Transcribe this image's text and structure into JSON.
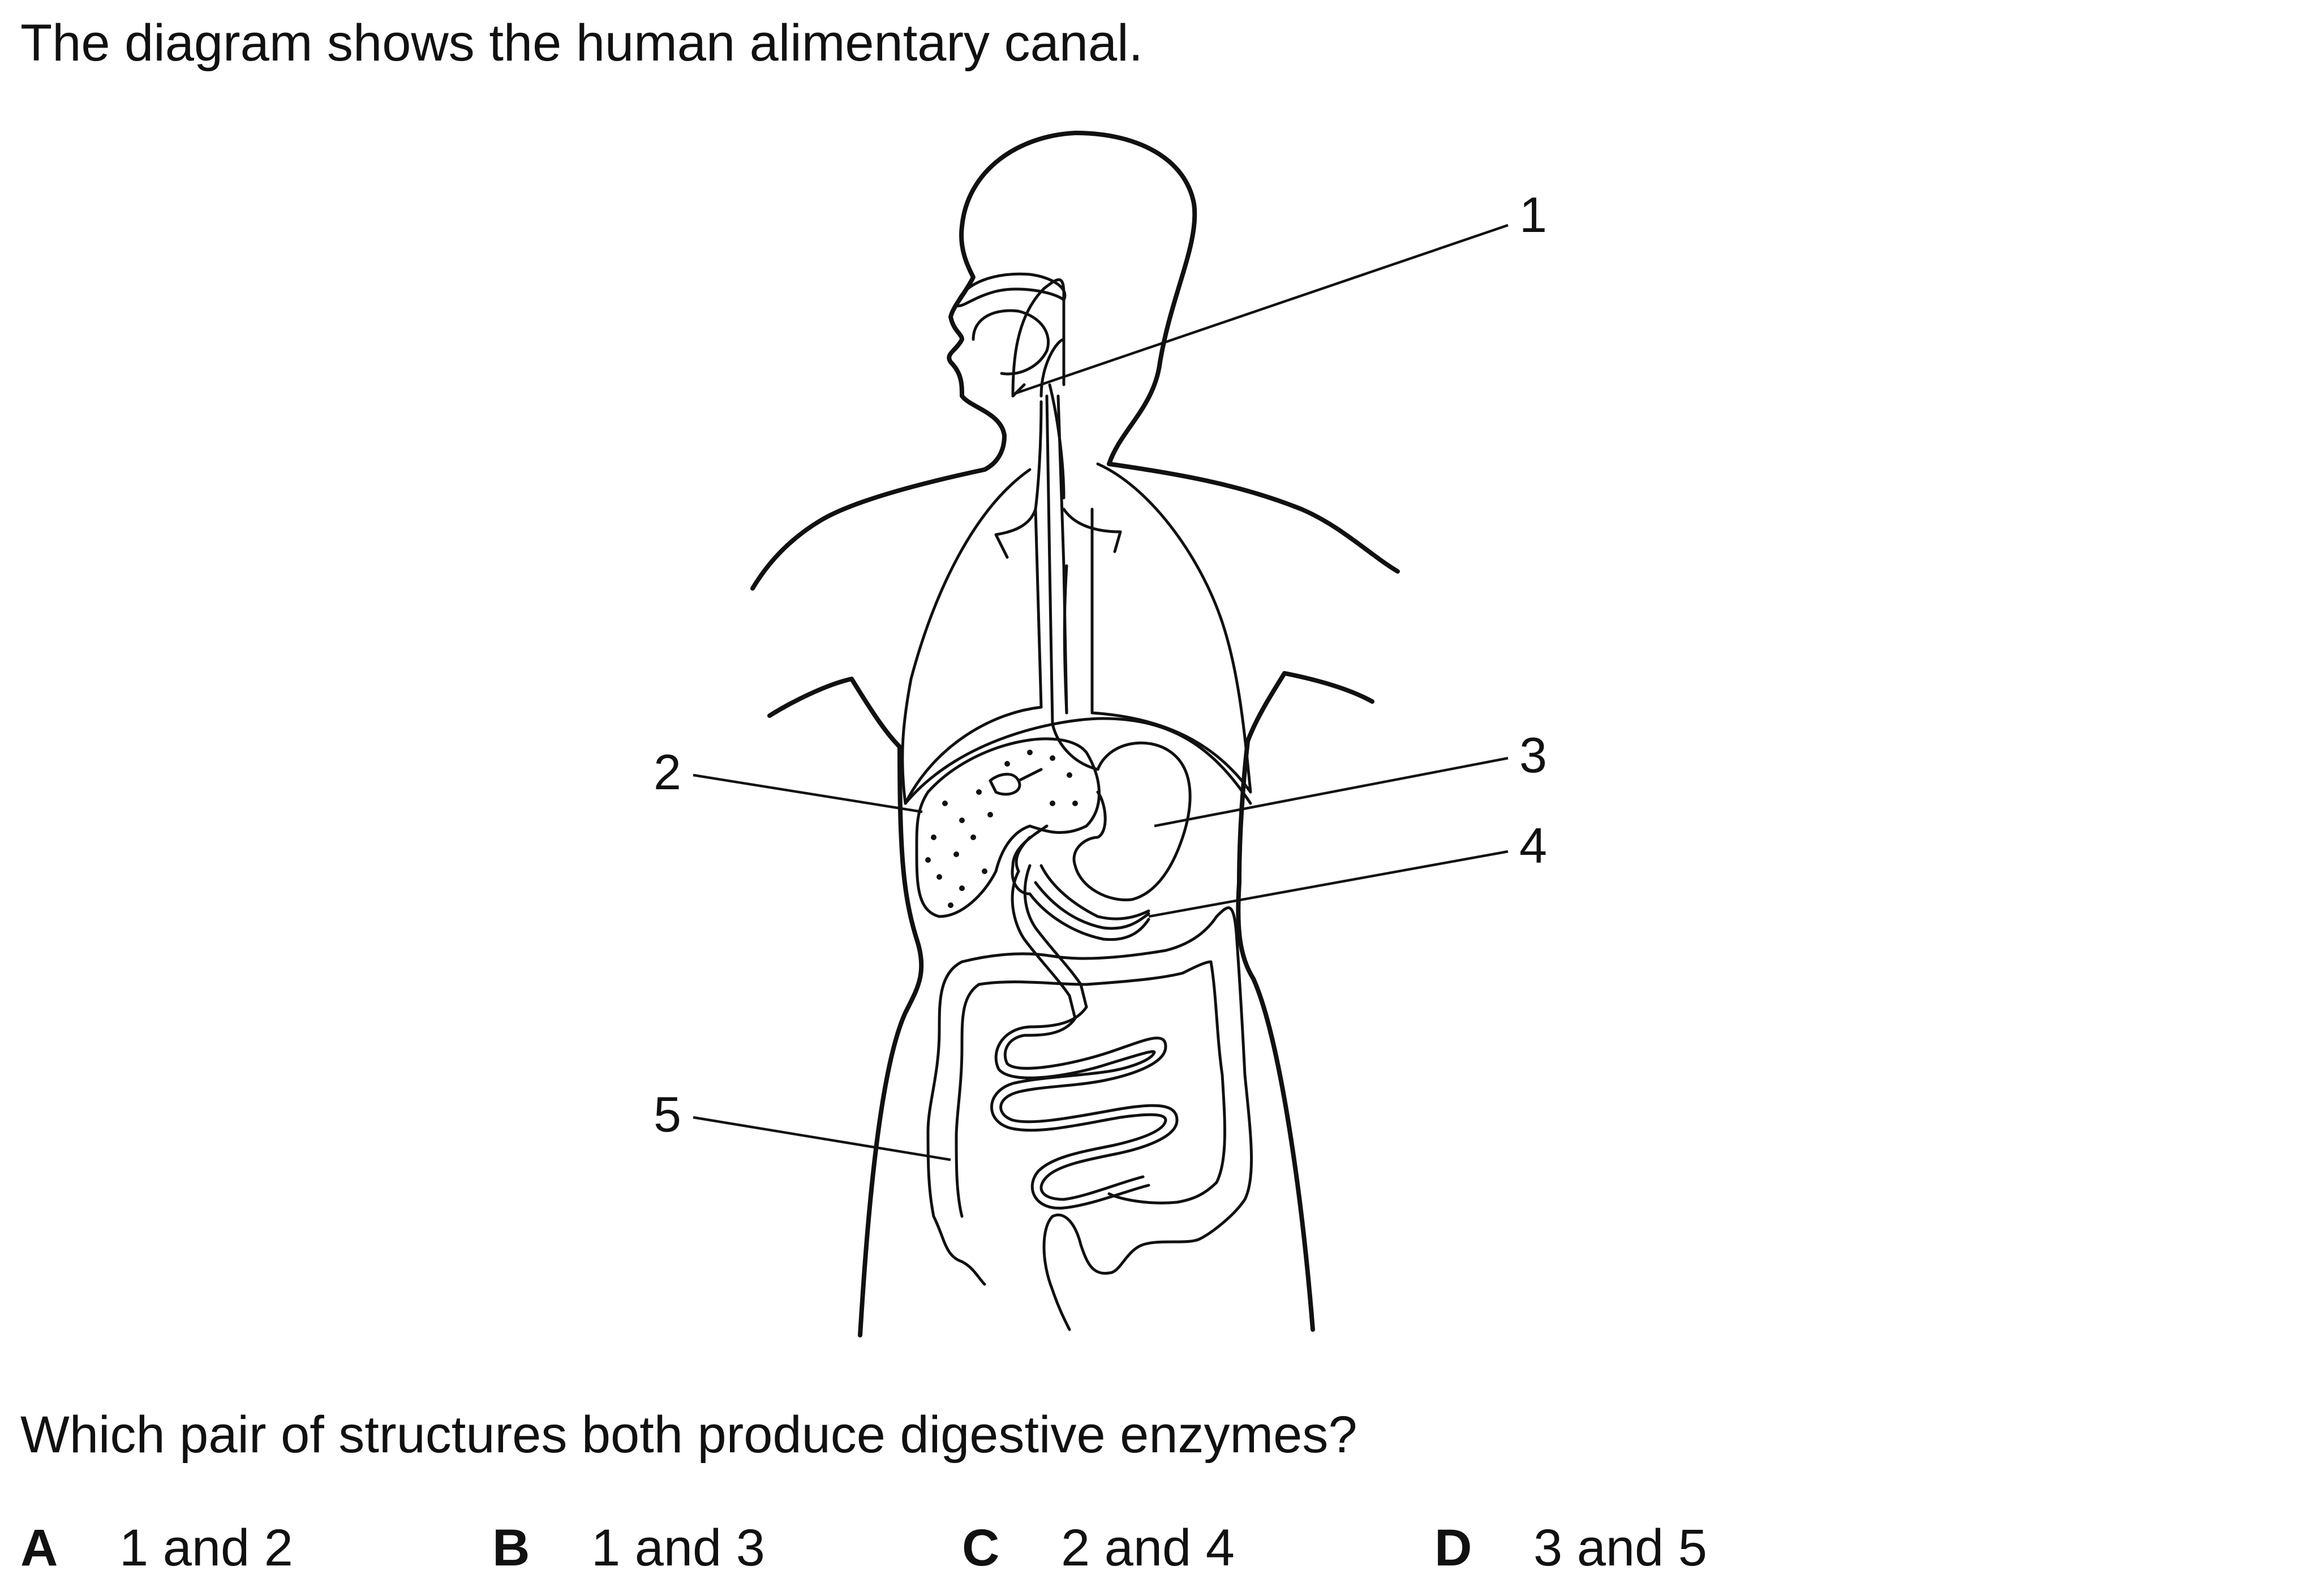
{
  "intro": "The diagram shows the human alimentary canal.",
  "question": "Which pair of structures both produce digestive enzymes?",
  "diagram": {
    "labels": [
      "1",
      "2",
      "3",
      "4",
      "5"
    ]
  },
  "options": [
    {
      "letter": "A",
      "text": "1 and 2"
    },
    {
      "letter": "B",
      "text": "1 and 3"
    },
    {
      "letter": "C",
      "text": "2 and 4"
    },
    {
      "letter": "D",
      "text": "3 and 5"
    }
  ]
}
